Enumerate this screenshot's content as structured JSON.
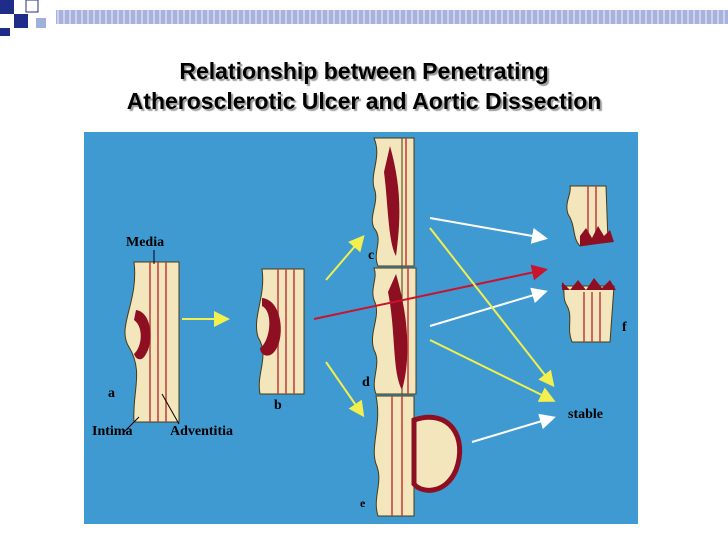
{
  "slide": {
    "title_line1": "Relationship between Penetrating",
    "title_line2": "Atherosclerotic Ulcer and Aortic Dissection"
  },
  "colors": {
    "figure_background": "#3f9ad2",
    "vessel_wall": "#f3e6bc",
    "stripe": "#c43a3a",
    "ulcer": "#8e0f22",
    "arrow_yellow": "#f2ef4e",
    "arrow_white": "#ffffff",
    "arrow_red": "#c8142c",
    "top_bar": "#1f2c8a"
  },
  "diagram": {
    "labels": {
      "media": "Media",
      "intima": "Intima",
      "adventitia": "Adventitia",
      "stable": "stable",
      "a": "a",
      "b": "b",
      "c": "c",
      "d": "d",
      "e": "e",
      "f": "f"
    }
  }
}
